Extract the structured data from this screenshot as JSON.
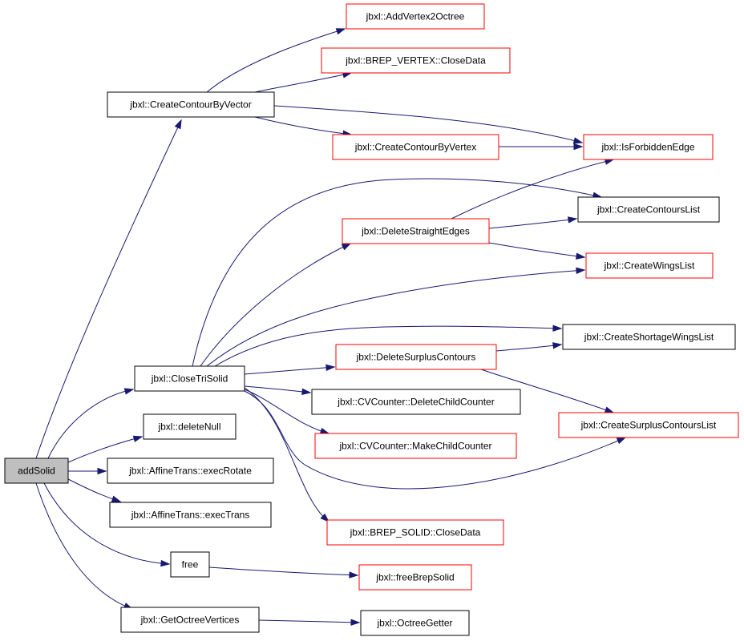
{
  "colors": {
    "edge": "#191970",
    "root_fill": "#bfbfbf",
    "normal_border": "#000000",
    "linked_border": "#ff0000"
  },
  "nodes": [
    {
      "id": "addSolid",
      "label": "addSolid",
      "style": "root"
    },
    {
      "id": "createContourByVector",
      "label": "jbxl::CreateContourByVector",
      "style": "normal"
    },
    {
      "id": "closeTriSolid",
      "label": "jbxl::CloseTriSolid",
      "style": "normal"
    },
    {
      "id": "deleteNull",
      "label": "jbxl::deleteNull",
      "style": "normal"
    },
    {
      "id": "execRotate",
      "label": "jbxl::AffineTrans::execRotate",
      "style": "normal"
    },
    {
      "id": "execTrans",
      "label": "jbxl::AffineTrans::execTrans",
      "style": "normal"
    },
    {
      "id": "free",
      "label": "free",
      "style": "normal"
    },
    {
      "id": "getOctreeVertices",
      "label": "jbxl::GetOctreeVertices",
      "style": "normal"
    },
    {
      "id": "addVertex2Octree",
      "label": "jbxl::AddVertex2Octree",
      "style": "linked"
    },
    {
      "id": "brepVertexCloseData",
      "label": "jbxl::BREP_VERTEX::CloseData",
      "style": "linked"
    },
    {
      "id": "createContourByVertex",
      "label": "jbxl::CreateContourByVertex",
      "style": "linked"
    },
    {
      "id": "isForbiddenEdge",
      "label": "jbxl::IsForbiddenEdge",
      "style": "linked"
    },
    {
      "id": "createContoursList",
      "label": "jbxl::CreateContoursList",
      "style": "normal"
    },
    {
      "id": "deleteStraightEdges",
      "label": "jbxl::DeleteStraightEdges",
      "style": "linked"
    },
    {
      "id": "createWingsList",
      "label": "jbxl::CreateWingsList",
      "style": "linked"
    },
    {
      "id": "createShortageWingsList",
      "label": "jbxl::CreateShortageWingsList",
      "style": "normal"
    },
    {
      "id": "deleteSurplusContours",
      "label": "jbxl::DeleteSurplusContours",
      "style": "linked"
    },
    {
      "id": "deleteChildCounter",
      "label": "jbxl::CVCounter::DeleteChildCounter",
      "style": "normal"
    },
    {
      "id": "createSurplusContoursList",
      "label": "jbxl::CreateSurplusContoursList",
      "style": "linked"
    },
    {
      "id": "makeChildCounter",
      "label": "jbxl::CVCounter::MakeChildCounter",
      "style": "linked"
    },
    {
      "id": "brepSolidCloseData",
      "label": "jbxl::BREP_SOLID::CloseData",
      "style": "linked"
    },
    {
      "id": "freeBrepSolid",
      "label": "jbxl::freeBrepSolid",
      "style": "linked"
    },
    {
      "id": "octreeGetter",
      "label": "jbxl::OctreeGetter",
      "style": "normal"
    }
  ],
  "edges": [
    {
      "from": "addSolid",
      "to": "createContourByVector"
    },
    {
      "from": "addSolid",
      "to": "closeTriSolid"
    },
    {
      "from": "addSolid",
      "to": "deleteNull"
    },
    {
      "from": "addSolid",
      "to": "execRotate"
    },
    {
      "from": "addSolid",
      "to": "execTrans"
    },
    {
      "from": "addSolid",
      "to": "free"
    },
    {
      "from": "addSolid",
      "to": "getOctreeVertices"
    },
    {
      "from": "createContourByVector",
      "to": "addVertex2Octree"
    },
    {
      "from": "createContourByVector",
      "to": "brepVertexCloseData"
    },
    {
      "from": "createContourByVector",
      "to": "isForbiddenEdge"
    },
    {
      "from": "createContourByVector",
      "to": "createContourByVertex"
    },
    {
      "from": "createContourByVertex",
      "to": "isForbiddenEdge"
    },
    {
      "from": "closeTriSolid",
      "to": "createContoursList"
    },
    {
      "from": "closeTriSolid",
      "to": "deleteStraightEdges"
    },
    {
      "from": "closeTriSolid",
      "to": "createWingsList"
    },
    {
      "from": "closeTriSolid",
      "to": "createShortageWingsList"
    },
    {
      "from": "closeTriSolid",
      "to": "deleteSurplusContours"
    },
    {
      "from": "closeTriSolid",
      "to": "deleteChildCounter"
    },
    {
      "from": "closeTriSolid",
      "to": "makeChildCounter"
    },
    {
      "from": "closeTriSolid",
      "to": "createSurplusContoursList"
    },
    {
      "from": "closeTriSolid",
      "to": "brepSolidCloseData"
    },
    {
      "from": "deleteStraightEdges",
      "to": "isForbiddenEdge"
    },
    {
      "from": "deleteStraightEdges",
      "to": "createContoursList"
    },
    {
      "from": "deleteStraightEdges",
      "to": "createWingsList"
    },
    {
      "from": "deleteSurplusContours",
      "to": "createShortageWingsList"
    },
    {
      "from": "deleteSurplusContours",
      "to": "createSurplusContoursList"
    },
    {
      "from": "free",
      "to": "freeBrepSolid"
    },
    {
      "from": "getOctreeVertices",
      "to": "octreeGetter"
    }
  ]
}
